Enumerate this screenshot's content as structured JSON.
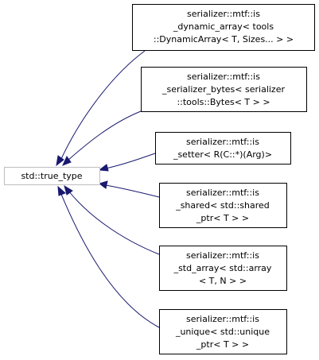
{
  "diagram": {
    "base": {
      "label": "std::true_type"
    },
    "derived": [
      {
        "lines": [
          "serializer::mtf::is",
          "_dynamic_array< tools",
          "::DynamicArray< T, Sizes... > >"
        ]
      },
      {
        "lines": [
          "serializer::mtf::is",
          "_serializer_bytes< serializer",
          "::tools::Bytes< T > >"
        ]
      },
      {
        "lines": [
          "serializer::mtf::is",
          "_setter< R(C::*)(Arg)>"
        ]
      },
      {
        "lines": [
          "serializer::mtf::is",
          "_shared< std::shared",
          "_ptr< T > >"
        ]
      },
      {
        "lines": [
          "serializer::mtf::is",
          "_std_array< std::array",
          "< T, N > >"
        ]
      },
      {
        "lines": [
          "serializer::mtf::is",
          "_unique< std::unique",
          "_ptr< T > >"
        ]
      }
    ],
    "colors": {
      "edge": "#191970",
      "base_border": "#bfbfbf",
      "node_border": "#000000"
    }
  }
}
